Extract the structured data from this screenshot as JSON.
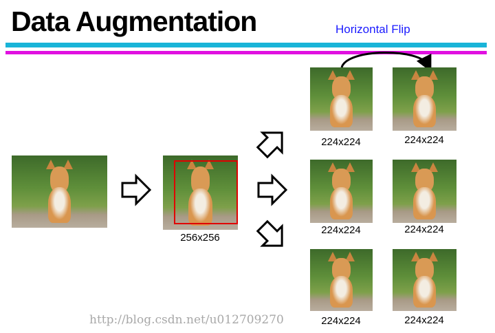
{
  "title": "Data Augmentation",
  "flip_label": "Horizontal Flip",
  "crop_label": "256x256",
  "grid_labels": [
    "224x224",
    "224x224",
    "224x224",
    "224x224",
    "224x224",
    "224x224"
  ],
  "watermark": "http://blog.csdn.net/u012709270",
  "colors": {
    "cyan_bar": "#19b4d8",
    "magenta_bar": "#e010e0",
    "crop_box": "#e00000",
    "flip_text": "#1a1aff"
  }
}
